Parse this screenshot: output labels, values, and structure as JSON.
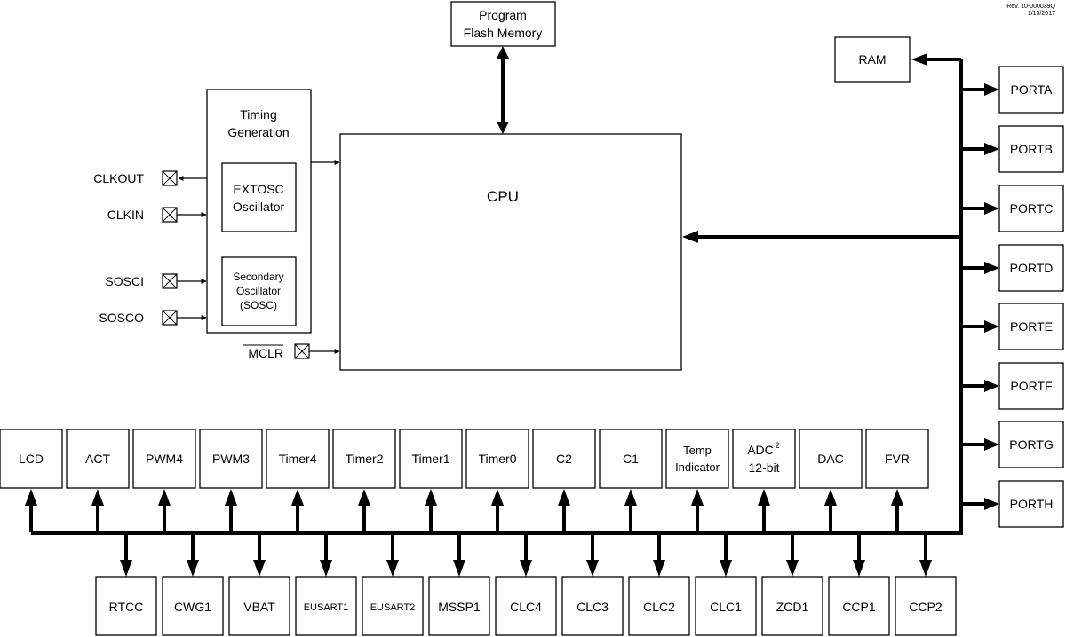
{
  "revision": {
    "line1": "Rev. 10-000039Q",
    "line2": "1/13/2017"
  },
  "program_flash": {
    "line1": "Program",
    "line2": "Flash Memory"
  },
  "ram": "RAM",
  "cpu": "CPU",
  "timing": {
    "title_line1": "Timing",
    "title_line2": "Generation",
    "extosc_line1": "EXTOSC",
    "extosc_line2": "Oscillator",
    "sosc_line1": "Secondary",
    "sosc_line2": "Oscillator",
    "sosc_line3": "(SOSC)"
  },
  "pins": {
    "clkout": "CLKOUT",
    "clkin": "CLKIN",
    "sosci": "SOSCI",
    "sosco": "SOSCO",
    "mclr": "MCLR"
  },
  "ports": [
    "PORTA",
    "PORTB",
    "PORTC",
    "PORTD",
    "PORTE",
    "PORTF",
    "PORTG",
    "PORTH"
  ],
  "top_peripherals": [
    "LCD",
    "ACT",
    "PWM4",
    "PWM3",
    "Timer4",
    "Timer2",
    "Timer1",
    "Timer0",
    "C2",
    "C1",
    "Temp Indicator",
    "ADC 12-bit",
    "DAC",
    "FVR"
  ],
  "top_multiline": {
    "temp_line1": "Temp",
    "temp_line2": "Indicator",
    "adc_line1": "ADC",
    "adc_sup": "2",
    "adc_line2": "12-bit"
  },
  "bottom_peripherals": [
    "RTCC",
    "CWG1",
    "VBAT",
    "EUSART1",
    "EUSART2",
    "MSSP1",
    "CLC4",
    "CLC3",
    "CLC2",
    "CLC1",
    "ZCD1",
    "CCP1",
    "CCP2"
  ]
}
